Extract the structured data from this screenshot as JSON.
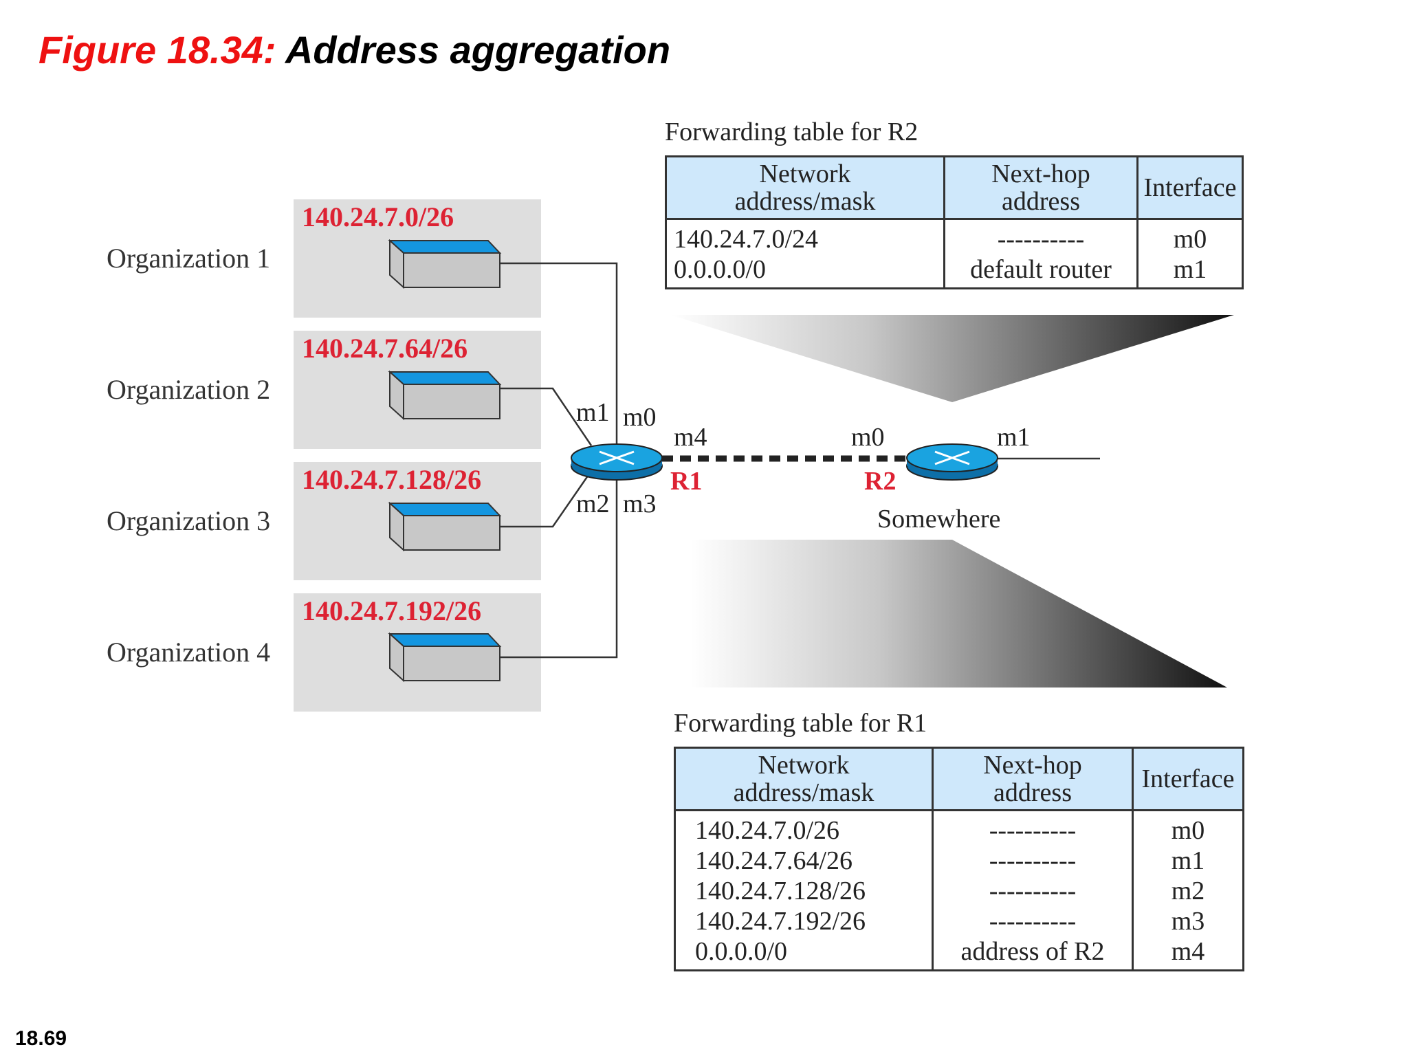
{
  "title": {
    "figure_number": "Figure 18.34:",
    "caption": " Address aggregation"
  },
  "slide_number": "18.69",
  "organizations": [
    {
      "label": "Organization 1",
      "address": "140.24.7.0/26"
    },
    {
      "label": "Organization 2",
      "address": "140.24.7.64/26"
    },
    {
      "label": "Organization 3",
      "address": "140.24.7.128/26"
    },
    {
      "label": "Organization 4",
      "address": "140.24.7.192/26"
    }
  ],
  "routers": {
    "r1": {
      "name": "R1",
      "interfaces": {
        "m0": "m0",
        "m1": "m1",
        "m2": "m2",
        "m3": "m3",
        "m4": "m4"
      }
    },
    "r2": {
      "name": "R2",
      "location": "Somewhere",
      "interfaces": {
        "m0": "m0",
        "m1": "m1"
      }
    }
  },
  "table_r2": {
    "caption": "Forwarding table for R2",
    "headers": [
      "Network\naddress/mask",
      "Next-hop\naddress",
      "Interface"
    ],
    "rows": [
      [
        "140.24.7.0/24",
        "----------",
        "m0"
      ],
      [
        "0.0.0.0/0",
        "default router",
        "m1"
      ]
    ]
  },
  "table_r1": {
    "caption": "Forwarding table for R1",
    "headers": [
      "Network\naddress/mask",
      "Next-hop\naddress",
      "Interface"
    ],
    "rows": [
      [
        "140.24.7.0/26",
        "----------",
        "m0"
      ],
      [
        "140.24.7.64/26",
        "----------",
        "m1"
      ],
      [
        "140.24.7.128/26",
        "----------",
        "m2"
      ],
      [
        "140.24.7.192/26",
        "----------",
        "m3"
      ],
      [
        "0.0.0.0/0",
        "address of R2",
        "m4"
      ]
    ]
  },
  "colors": {
    "figure_red": "#ee1111",
    "address_red": "#dd2233",
    "router_blue": "#1aa3e0",
    "header_blue": "#cfe8fb",
    "org_gray": "#dedede",
    "box_top_blue": "#1496e0",
    "box_side_gray": "#c8c8c8"
  }
}
